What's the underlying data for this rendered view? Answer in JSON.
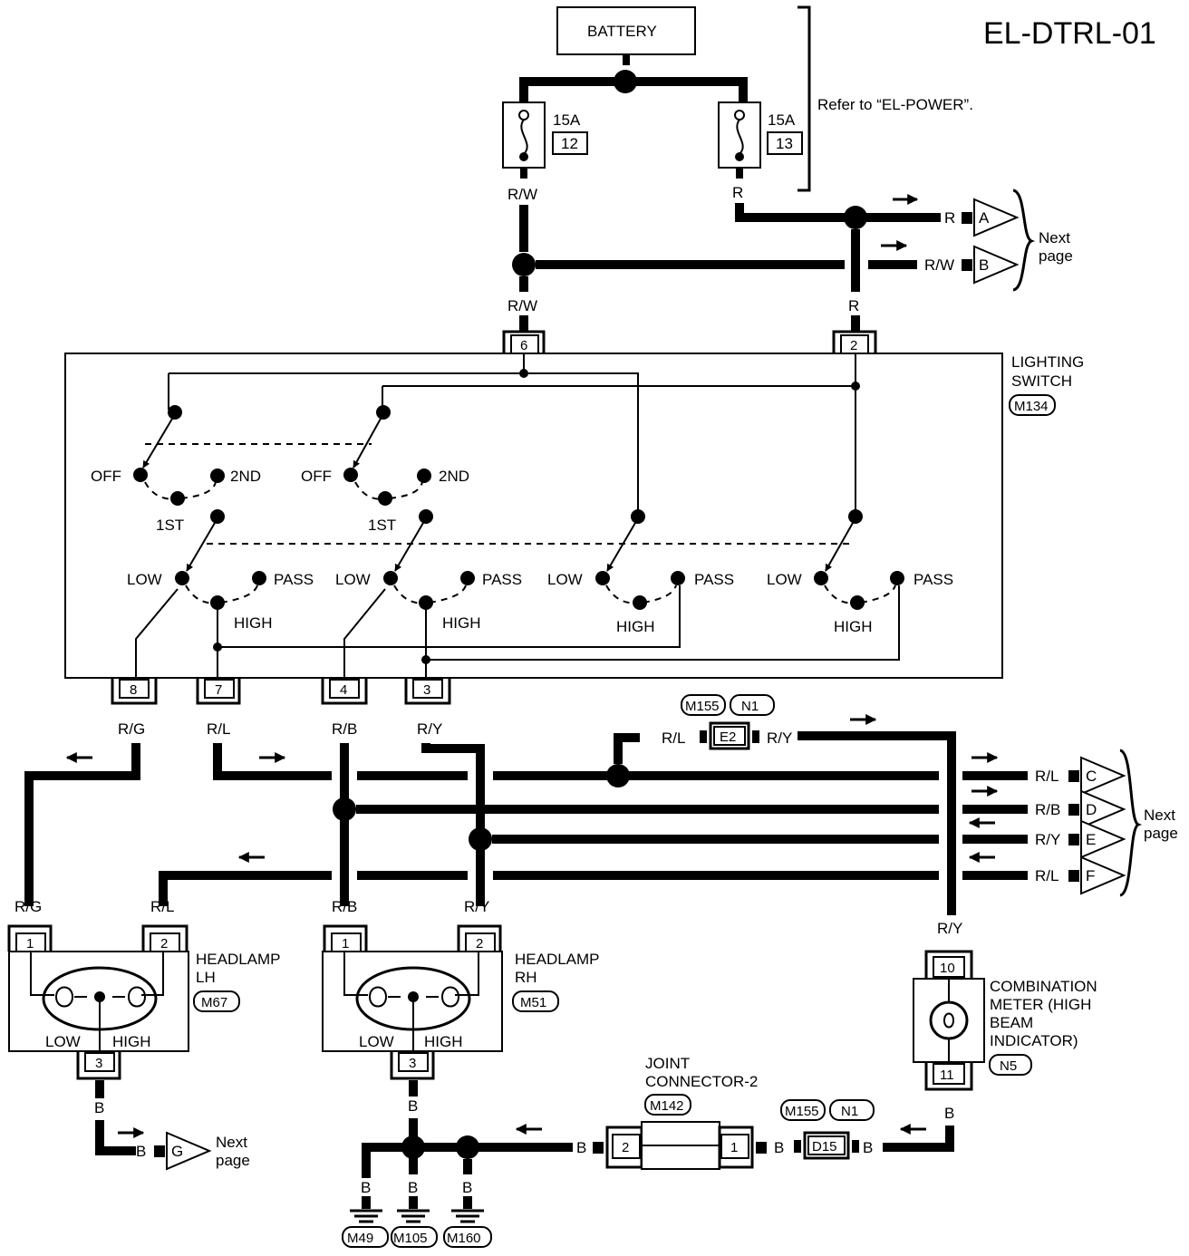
{
  "title": "EL-DTRL-01",
  "battery": "BATTERY",
  "refer_note": "Refer to “EL-POWER”.",
  "fuses": [
    {
      "rating": "15A",
      "number": "12"
    },
    {
      "rating": "15A",
      "number": "13"
    }
  ],
  "wire_colors": {
    "rw": "R/W",
    "r": "R",
    "rg": "R/G",
    "rl": "R/L",
    "rb": "R/B",
    "ry": "R/Y",
    "b": "B"
  },
  "next_page": {
    "line1": "Next",
    "line2": "page"
  },
  "connectors": {
    "A": "A",
    "B": "B",
    "C": "C",
    "D": "D",
    "E": "E",
    "F": "F",
    "G": "G"
  },
  "lighting_switch": {
    "name_line1": "LIGHTING",
    "name_line2": "SWITCH",
    "code": "M134",
    "pins": {
      "p6": "6",
      "p2": "2",
      "p8": "8",
      "p7": "7",
      "p4": "4",
      "p3": "3"
    },
    "positions": {
      "off": "OFF",
      "first": "1ST",
      "second": "2ND",
      "low": "LOW",
      "pass": "PASS",
      "high": "HIGH"
    }
  },
  "inline_connector_upper": {
    "codes": [
      "M155",
      "N1"
    ],
    "pin": "E2"
  },
  "inline_connector_lower": {
    "codes": [
      "M155",
      "N1"
    ],
    "pin": "D15"
  },
  "headlamp_lh": {
    "name_line1": "HEADLAMP",
    "name_line2": "LH",
    "code": "M67",
    "low": "LOW",
    "high": "HIGH",
    "pins": [
      "1",
      "2",
      "3"
    ]
  },
  "headlamp_rh": {
    "name_line1": "HEADLAMP",
    "name_line2": "RH",
    "code": "M51",
    "low": "LOW",
    "high": "HIGH",
    "pins": [
      "1",
      "2",
      "3"
    ]
  },
  "combination_meter": {
    "lines": [
      "COMBINATION",
      "METER (HIGH",
      "BEAM",
      "INDICATOR)"
    ],
    "code": "N5",
    "pins": [
      "10",
      "11"
    ]
  },
  "joint_connector": {
    "name_line1": "JOINT",
    "name_line2": "CONNECTOR-2",
    "code": "M142",
    "pins": [
      "2",
      "1"
    ]
  },
  "grounds": [
    "M49",
    "M105",
    "M160"
  ]
}
